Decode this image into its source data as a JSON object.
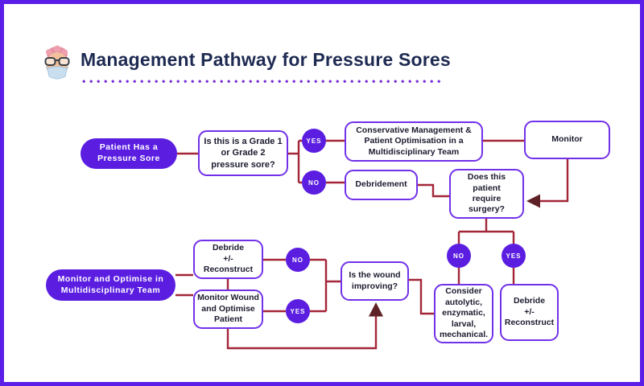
{
  "frame": {
    "title": "Management Pathway for Pressure Sores"
  },
  "colors": {
    "frame": "#5a1ee8",
    "node_fill": "#5b1ee1",
    "node_border": "#7231e8",
    "title": "#1e2a52",
    "text": "#1b1b2f",
    "line": "#a32638",
    "arrow": "#5e2126",
    "dots": "#7a2fd9",
    "background": "#ffffff"
  },
  "labels": {
    "yes": "YES",
    "no": "NO"
  },
  "nodes": {
    "start": "Patient Has a\nPressure Sore",
    "grade_question": "Is this is a Grade 1\nor Grade 2\npressure sore?",
    "conservative": "Conservative Management &\nPatient Optimisation in a\nMultidisciplinary Team",
    "monitor": "Monitor",
    "debridement": "Debridement",
    "surgery_question": "Does this\npatient\nrequire\nsurgery?",
    "monitor_optimise": "Monitor and Optimise in\nMultidisciplinary Team",
    "debride_reconstruct_top": "Debride\n+/-\nReconstruct",
    "monitor_wound": "Monitor Wound\nand Optimise\nPatient",
    "wound_question": "Is the wound\nimproving?",
    "consider_methods": "Consider\nautolytic,\nenzymatic,\nlarval,\nmechanical.",
    "debride_reconstruct_bottom": "Debride\n+/-\nReconstruct"
  }
}
